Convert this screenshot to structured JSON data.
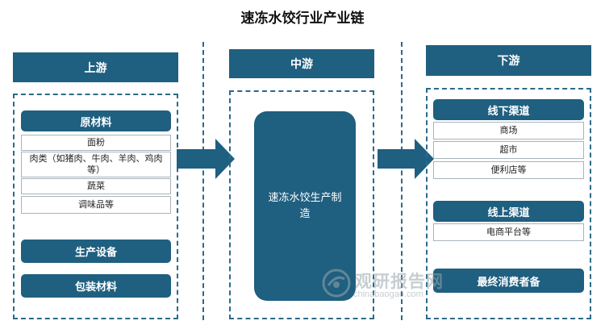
{
  "title": "速冻水饺行业产业链",
  "columns": {
    "upstream": {
      "header": "上游",
      "groups": [
        {
          "label": "原材料",
          "items": [
            "面粉",
            "肉类（如猪肉、牛肉、羊肉、鸡肉等）",
            "蔬菜",
            "调味品等"
          ]
        },
        {
          "label": "生产设备",
          "items": []
        },
        {
          "label": "包装材料",
          "items": []
        }
      ]
    },
    "midstream": {
      "header": "中游",
      "core": "速冻水饺生产制造"
    },
    "downstream": {
      "header": "下游",
      "groups": [
        {
          "label": "线下渠道",
          "items": [
            "商场",
            "超市",
            "便利店等"
          ]
        },
        {
          "label": "线上渠道",
          "items": [
            "电商平台等"
          ]
        },
        {
          "label": "最终消费者备",
          "items": []
        }
      ]
    }
  },
  "watermark": {
    "text": "观研报告网",
    "url": "chinabaogao.com"
  },
  "colors": {
    "primary": "#1f5f80",
    "dash": "#2c6a8a",
    "item_border": "#a8b4bc"
  }
}
